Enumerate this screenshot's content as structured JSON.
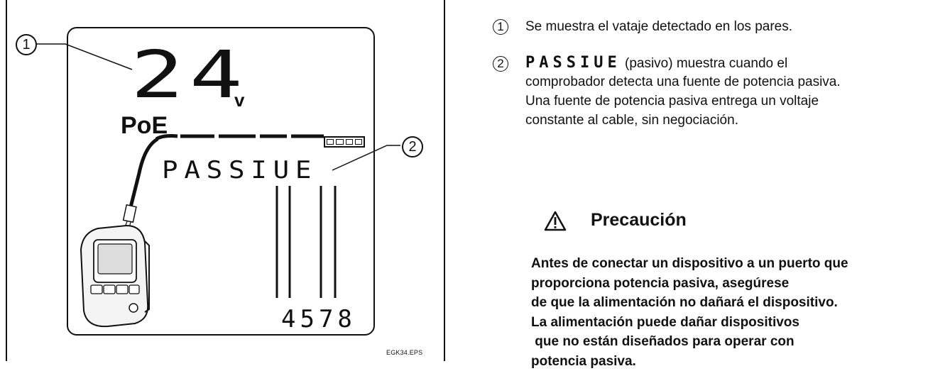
{
  "figure": {
    "reading_value": "24",
    "reading_unit": "v",
    "poe_label": "PoE",
    "status_segment": "PASSIUE",
    "pins_segment": "4578",
    "callout_1": "1",
    "callout_2": "2",
    "figure_code": "EGK34.EPS"
  },
  "legend": {
    "item1_number": "1",
    "item1_text": "Se muestra el vatajе detectado en los pares.",
    "item2_number": "2",
    "item2_segment": "PASSIUE",
    "item2_text_a": "(pasivo) muestra cuando el",
    "item2_text_b": "comprobador detecta una fuente de potencia pasiva.",
    "item2_text_c": "Una fuente de potencia pasiva entrega un voltaje",
    "item2_text_d": "constante al cable, sin negociación."
  },
  "caution": {
    "icon": "warning-triangle-icon",
    "title": "Precaución",
    "body": "Antes de conectar un dispositivo a un puerto que\nproporciona potencia pasiva, asegúrese\nde que la alimentación no dañará el dispositivo.\nLa alimentación puede dañar dispositivos\n que no están diseñados para operar con\npotencia pasiva."
  }
}
